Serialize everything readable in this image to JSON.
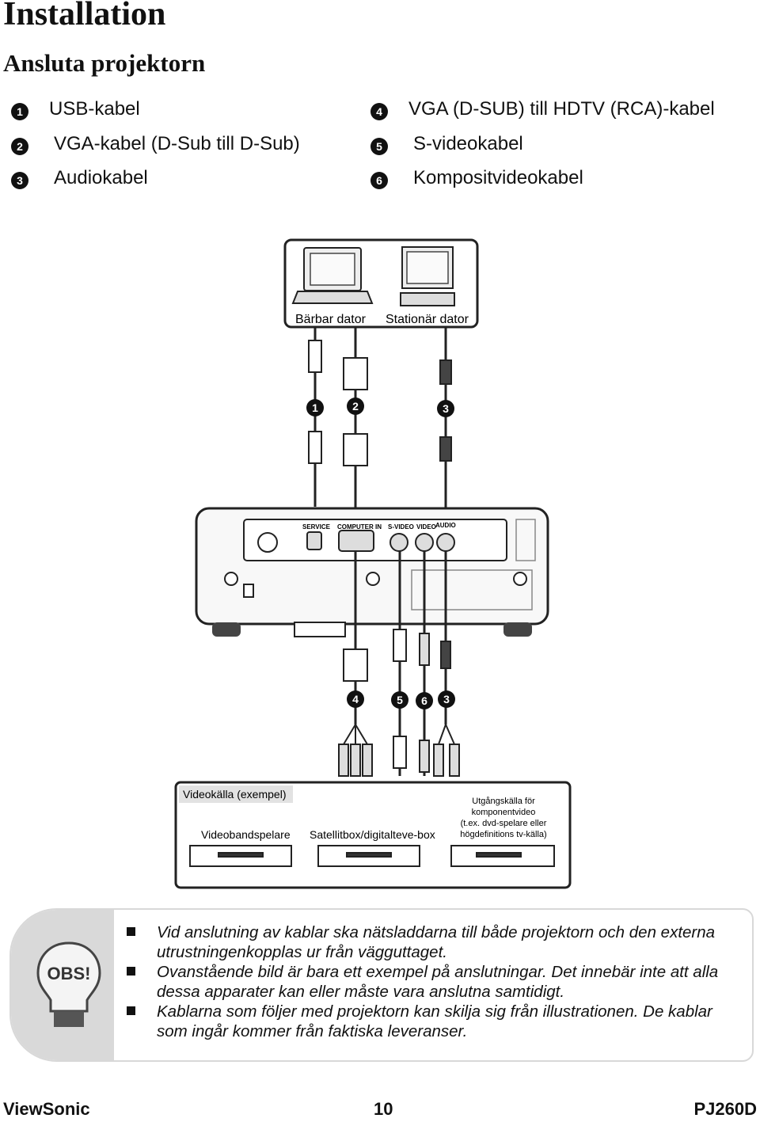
{
  "page": {
    "title": "Installation",
    "subtitle": "Ansluta projektorn"
  },
  "legend": [
    {
      "num": "1",
      "label": "USB-kabel"
    },
    {
      "num": "2",
      "label": "VGA-kabel (D-Sub till D-Sub)"
    },
    {
      "num": "3",
      "label": "Audiokabel"
    },
    {
      "num": "4",
      "label": "VGA (D-SUB) till HDTV (RCA)-kabel"
    },
    {
      "num": "5",
      "label": "S-videokabel"
    },
    {
      "num": "6",
      "label": "Kompositvideokabel"
    }
  ],
  "diagram": {
    "laptop_label": "Bärbar dator",
    "desktop_label": "Stationär dator",
    "ports": {
      "service": "SERVICE",
      "computer_in": "COMPUTER IN",
      "s_video": "S-VIDEO",
      "video": "VIDEO",
      "audio": "AUDIO"
    },
    "source_box_title": "Videokälla (exempel)",
    "vcr_label": "Videobandspelare",
    "satellite_label": "Satellitbox/digitalteve-box",
    "component_label_lines": [
      "Utgångskälla för",
      "komponentvideo",
      "(t.ex. dvd-spelare eller",
      "högdefinitions tv-källa)"
    ],
    "top_numbers": [
      "1",
      "2",
      "3"
    ],
    "bottom_numbers": [
      "4",
      "5",
      "6",
      "3"
    ]
  },
  "note": {
    "badge": "OBS!",
    "items": [
      "Vid anslutning av kablar ska nätsladdarna till både projektorn och den externa utrustningenkopplas ur från vägguttaget.",
      "Ovanstående bild är bara ett exempel på anslutningar. Det innebär inte att alla dessa apparater kan eller måste vara anslutna samtidigt.",
      "Kablarna som följer med projektorn kan skilja sig från illustrationen. De kablar som ingår kommer från faktiska leveranser."
    ]
  },
  "footer": {
    "brand": "ViewSonic",
    "page_number": "10",
    "model": "PJ260D"
  }
}
